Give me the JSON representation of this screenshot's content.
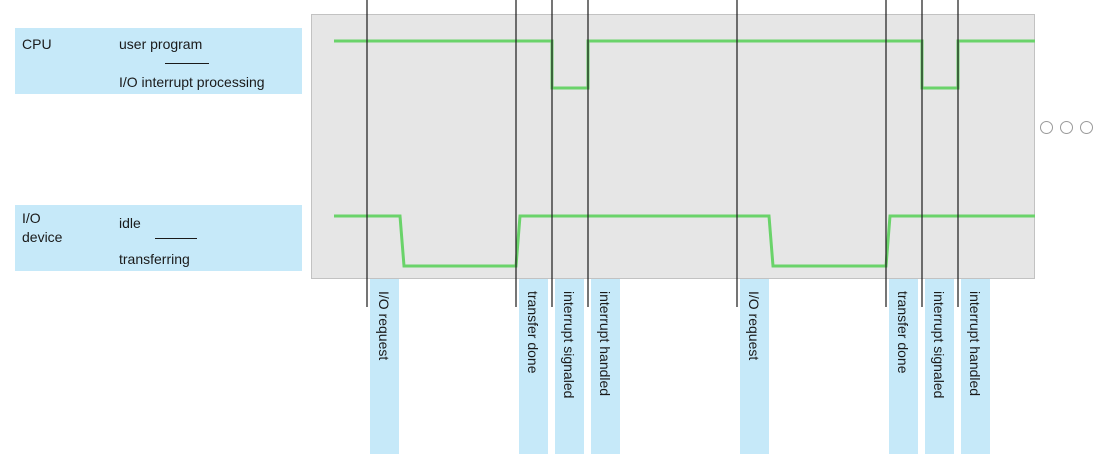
{
  "cpu": {
    "name": "CPU",
    "state_high": "user program",
    "state_low": "I/O interrupt processing"
  },
  "io": {
    "name_line1": "I/O",
    "name_line2": "device",
    "state_high": "idle",
    "state_low": "transferring"
  },
  "events": [
    {
      "label": "I/O request"
    },
    {
      "label": "transfer done"
    },
    {
      "label": "interrupt signaled"
    },
    {
      "label": "interrupt handled"
    },
    {
      "label": "I/O request"
    },
    {
      "label": "transfer done"
    },
    {
      "label": "interrupt signaled"
    },
    {
      "label": "interrupt handled"
    }
  ],
  "colors": {
    "signal": "#6ad36a",
    "label_bg": "#c6e9f9",
    "panel_bg": "#e6e6e6",
    "marker": "#1a1a1a"
  },
  "continuation": "ellipsis-dots"
}
